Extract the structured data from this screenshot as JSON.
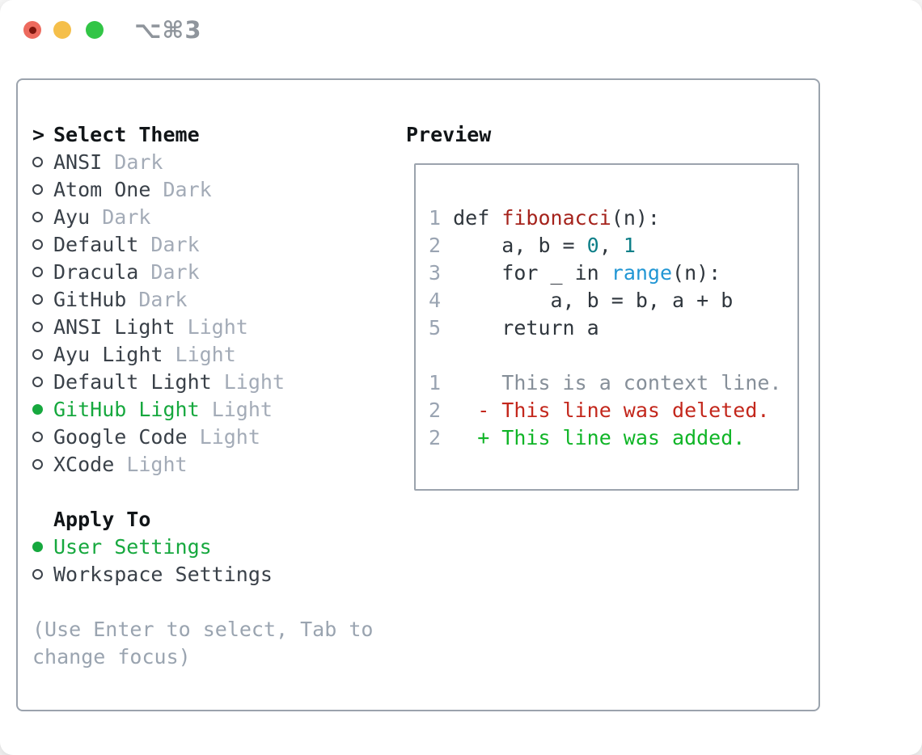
{
  "window": {
    "title": "⌥⌘3",
    "traffic_lights": [
      "close",
      "minimize",
      "zoom"
    ]
  },
  "theme_picker": {
    "header": {
      "prefix": ">",
      "label": "Select Theme"
    },
    "items": [
      {
        "name": "ANSI",
        "variant": "Dark",
        "selected": false
      },
      {
        "name": "Atom One",
        "variant": "Dark",
        "selected": false
      },
      {
        "name": "Ayu",
        "variant": "Dark",
        "selected": false
      },
      {
        "name": "Default",
        "variant": "Dark",
        "selected": false
      },
      {
        "name": "Dracula",
        "variant": "Dark",
        "selected": false
      },
      {
        "name": "GitHub",
        "variant": "Dark",
        "selected": false
      },
      {
        "name": "ANSI Light",
        "variant": "Light",
        "selected": false
      },
      {
        "name": "Ayu Light",
        "variant": "Light",
        "selected": false
      },
      {
        "name": "Default Light",
        "variant": "Light",
        "selected": false
      },
      {
        "name": "GitHub Light",
        "variant": "Light",
        "selected": true
      },
      {
        "name": "Google Code",
        "variant": "Light",
        "selected": false
      },
      {
        "name": "XCode",
        "variant": "Light",
        "selected": false
      }
    ]
  },
  "apply_to": {
    "label": "Apply To",
    "options": [
      {
        "label": "User Settings",
        "selected": true
      },
      {
        "label": "Workspace Settings",
        "selected": false
      }
    ]
  },
  "hint": {
    "line1": "(Use Enter to select, Tab to",
    "line2": "change focus)"
  },
  "preview": {
    "label": "Preview",
    "code_lines": [
      {
        "num": "1",
        "tokens": [
          {
            "text": "def ",
            "color": "code"
          },
          {
            "text": "fibonacci",
            "color": "function"
          },
          {
            "text": "(n):",
            "color": "code"
          }
        ]
      },
      {
        "num": "2",
        "tokens": [
          {
            "text": "    a, b = ",
            "color": "code"
          },
          {
            "text": "0",
            "color": "number"
          },
          {
            "text": ", ",
            "color": "code"
          },
          {
            "text": "1",
            "color": "number"
          }
        ]
      },
      {
        "num": "3",
        "tokens": [
          {
            "text": "    for _ in ",
            "color": "code"
          },
          {
            "text": "range",
            "color": "builtin"
          },
          {
            "text": "(n):",
            "color": "code"
          }
        ]
      },
      {
        "num": "4",
        "tokens": [
          {
            "text": "        a, b = b, a + b",
            "color": "code"
          }
        ]
      },
      {
        "num": "5",
        "tokens": [
          {
            "text": "    return a",
            "color": "code"
          }
        ]
      }
    ],
    "diff_lines": [
      {
        "num": "1",
        "text": "    This is a context line.",
        "kind": "context"
      },
      {
        "num": "2",
        "text": "  - This line was deleted.",
        "kind": "deleted"
      },
      {
        "num": "2",
        "text": "  + This line was added.",
        "kind": "added"
      }
    ]
  },
  "colors": {
    "accent_green": "#16a83e",
    "code": "#2f363d",
    "function": "#a5231c",
    "number": "#0e7f88",
    "builtin": "#2196d4",
    "lineno": "#9aa4b2",
    "context": "#868f99",
    "deleted": "#c3271c",
    "added": "#10b527",
    "item_text": "#3a4149",
    "variant_text": "#a3abb7",
    "hint_text": "#9aa4b0",
    "border": "#9ba3ad",
    "traffic_red": "#ed6a5e",
    "traffic_yellow": "#f5bf4a",
    "traffic_green": "#32c546"
  }
}
